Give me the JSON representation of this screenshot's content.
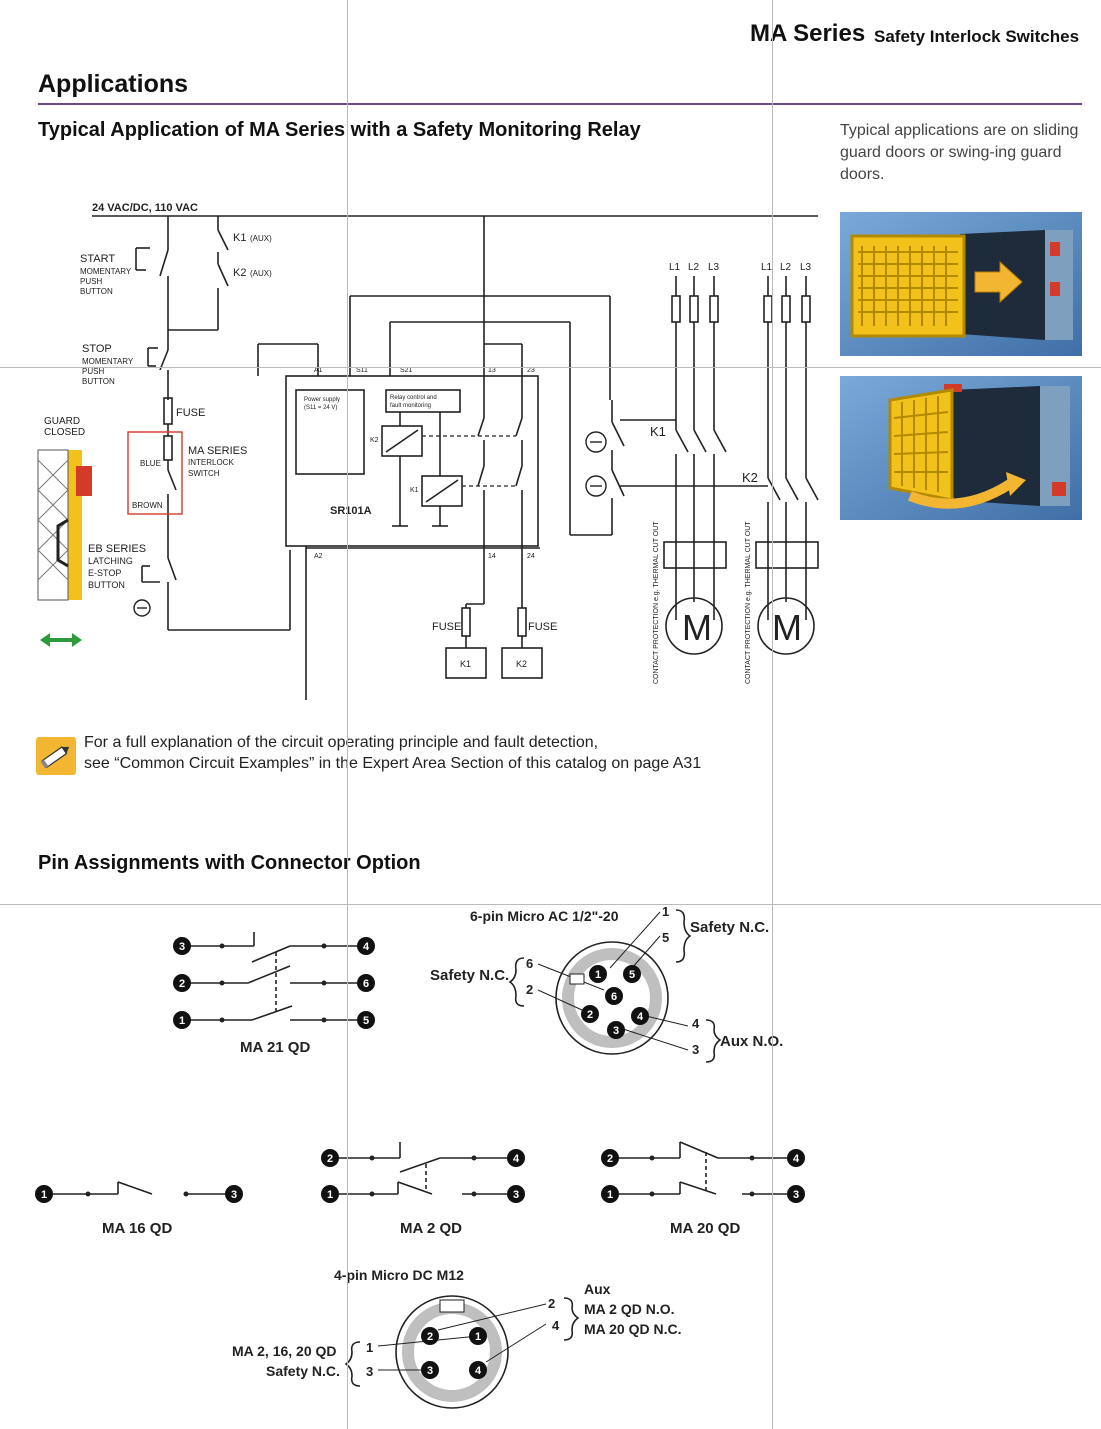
{
  "header": {
    "series": "MA Series",
    "subtitle": "Safety Interlock Switches"
  },
  "page_title": "Applications",
  "section1": {
    "title": "Typical Application of MA Series with a Safety Monitoring Relay",
    "side_note": "Typical applications are on sliding guard doors or swing-ing guard doors."
  },
  "circuit": {
    "supply": "24 VAC/DC, 110 VAC",
    "k1_aux": "K1",
    "k2_aux": "K2",
    "aux": "(AUX)",
    "start": [
      "START",
      "MOMENTARY",
      "PUSH",
      "BUTTON"
    ],
    "stop": [
      "STOP",
      "MOMENTARY",
      "PUSH",
      "BUTTON"
    ],
    "fuse": "FUSE",
    "guard": [
      "GUARD",
      "CLOSED"
    ],
    "ma_series": [
      "MA SERIES",
      "INTERLOCK",
      "SWITCH"
    ],
    "blue": "BLUE",
    "brown": "BROWN",
    "eb_series": [
      "EB SERIES",
      "LATCHING",
      "E-STOP",
      "BUTTON"
    ],
    "terminals": {
      "a1": "A1",
      "s11": "S11",
      "s21": "S21",
      "t13": "13",
      "t23": "23",
      "a2": "A2",
      "t14": "14",
      "t24": "24"
    },
    "power_supply": [
      "Power supply",
      "(S11 = 24 V)"
    ],
    "relay_control": [
      "Relay control and",
      "fault monitoring"
    ],
    "relay_model": "SR101A",
    "coil_k1": "K1",
    "coil_k2": "K2",
    "contactor_k1": "K1",
    "contactor_k2": "K2",
    "phases": [
      "L1",
      "L2",
      "L3"
    ],
    "motor": "M",
    "contact_protection": "CONTACT PROTECTION e.g. THERMAL CUT OUT"
  },
  "note": {
    "line1": "For a full explanation of the circuit operating principle and fault detection,",
    "line2": "see “Common Circuit Examples” in the Expert Area Section of this catalog on page A31"
  },
  "section2": {
    "title": "Pin Assignments with Connector Option"
  },
  "pins": {
    "ma21": "MA 21 QD",
    "ma16": "MA 16 QD",
    "ma2": "MA 2 QD",
    "ma20": "MA 20 QD",
    "micro6": "6-pin Micro AC 1/2\"-20",
    "micro4": "4-pin Micro DC M12",
    "safety_nc": "Safety N.C.",
    "aux_no": "Aux N.O.",
    "aux": "Aux",
    "ma2_no": "MA 2 QD N.O.",
    "ma20_nc": "MA 20 QD N.C.",
    "ma_2_16_20": "MA 2, 16, 20 QD",
    "n1": "1",
    "n2": "2",
    "n3": "3",
    "n4": "4",
    "n5": "5",
    "n6": "6"
  },
  "colors": {
    "accent_rule": "#6b4b87",
    "guard_yellow": "#f2c21b",
    "photo_blue": "#5b8fc7",
    "switch_red": "#d43a2a",
    "note_icon": "#f2b632",
    "arrow_green": "#2f9a3c"
  }
}
